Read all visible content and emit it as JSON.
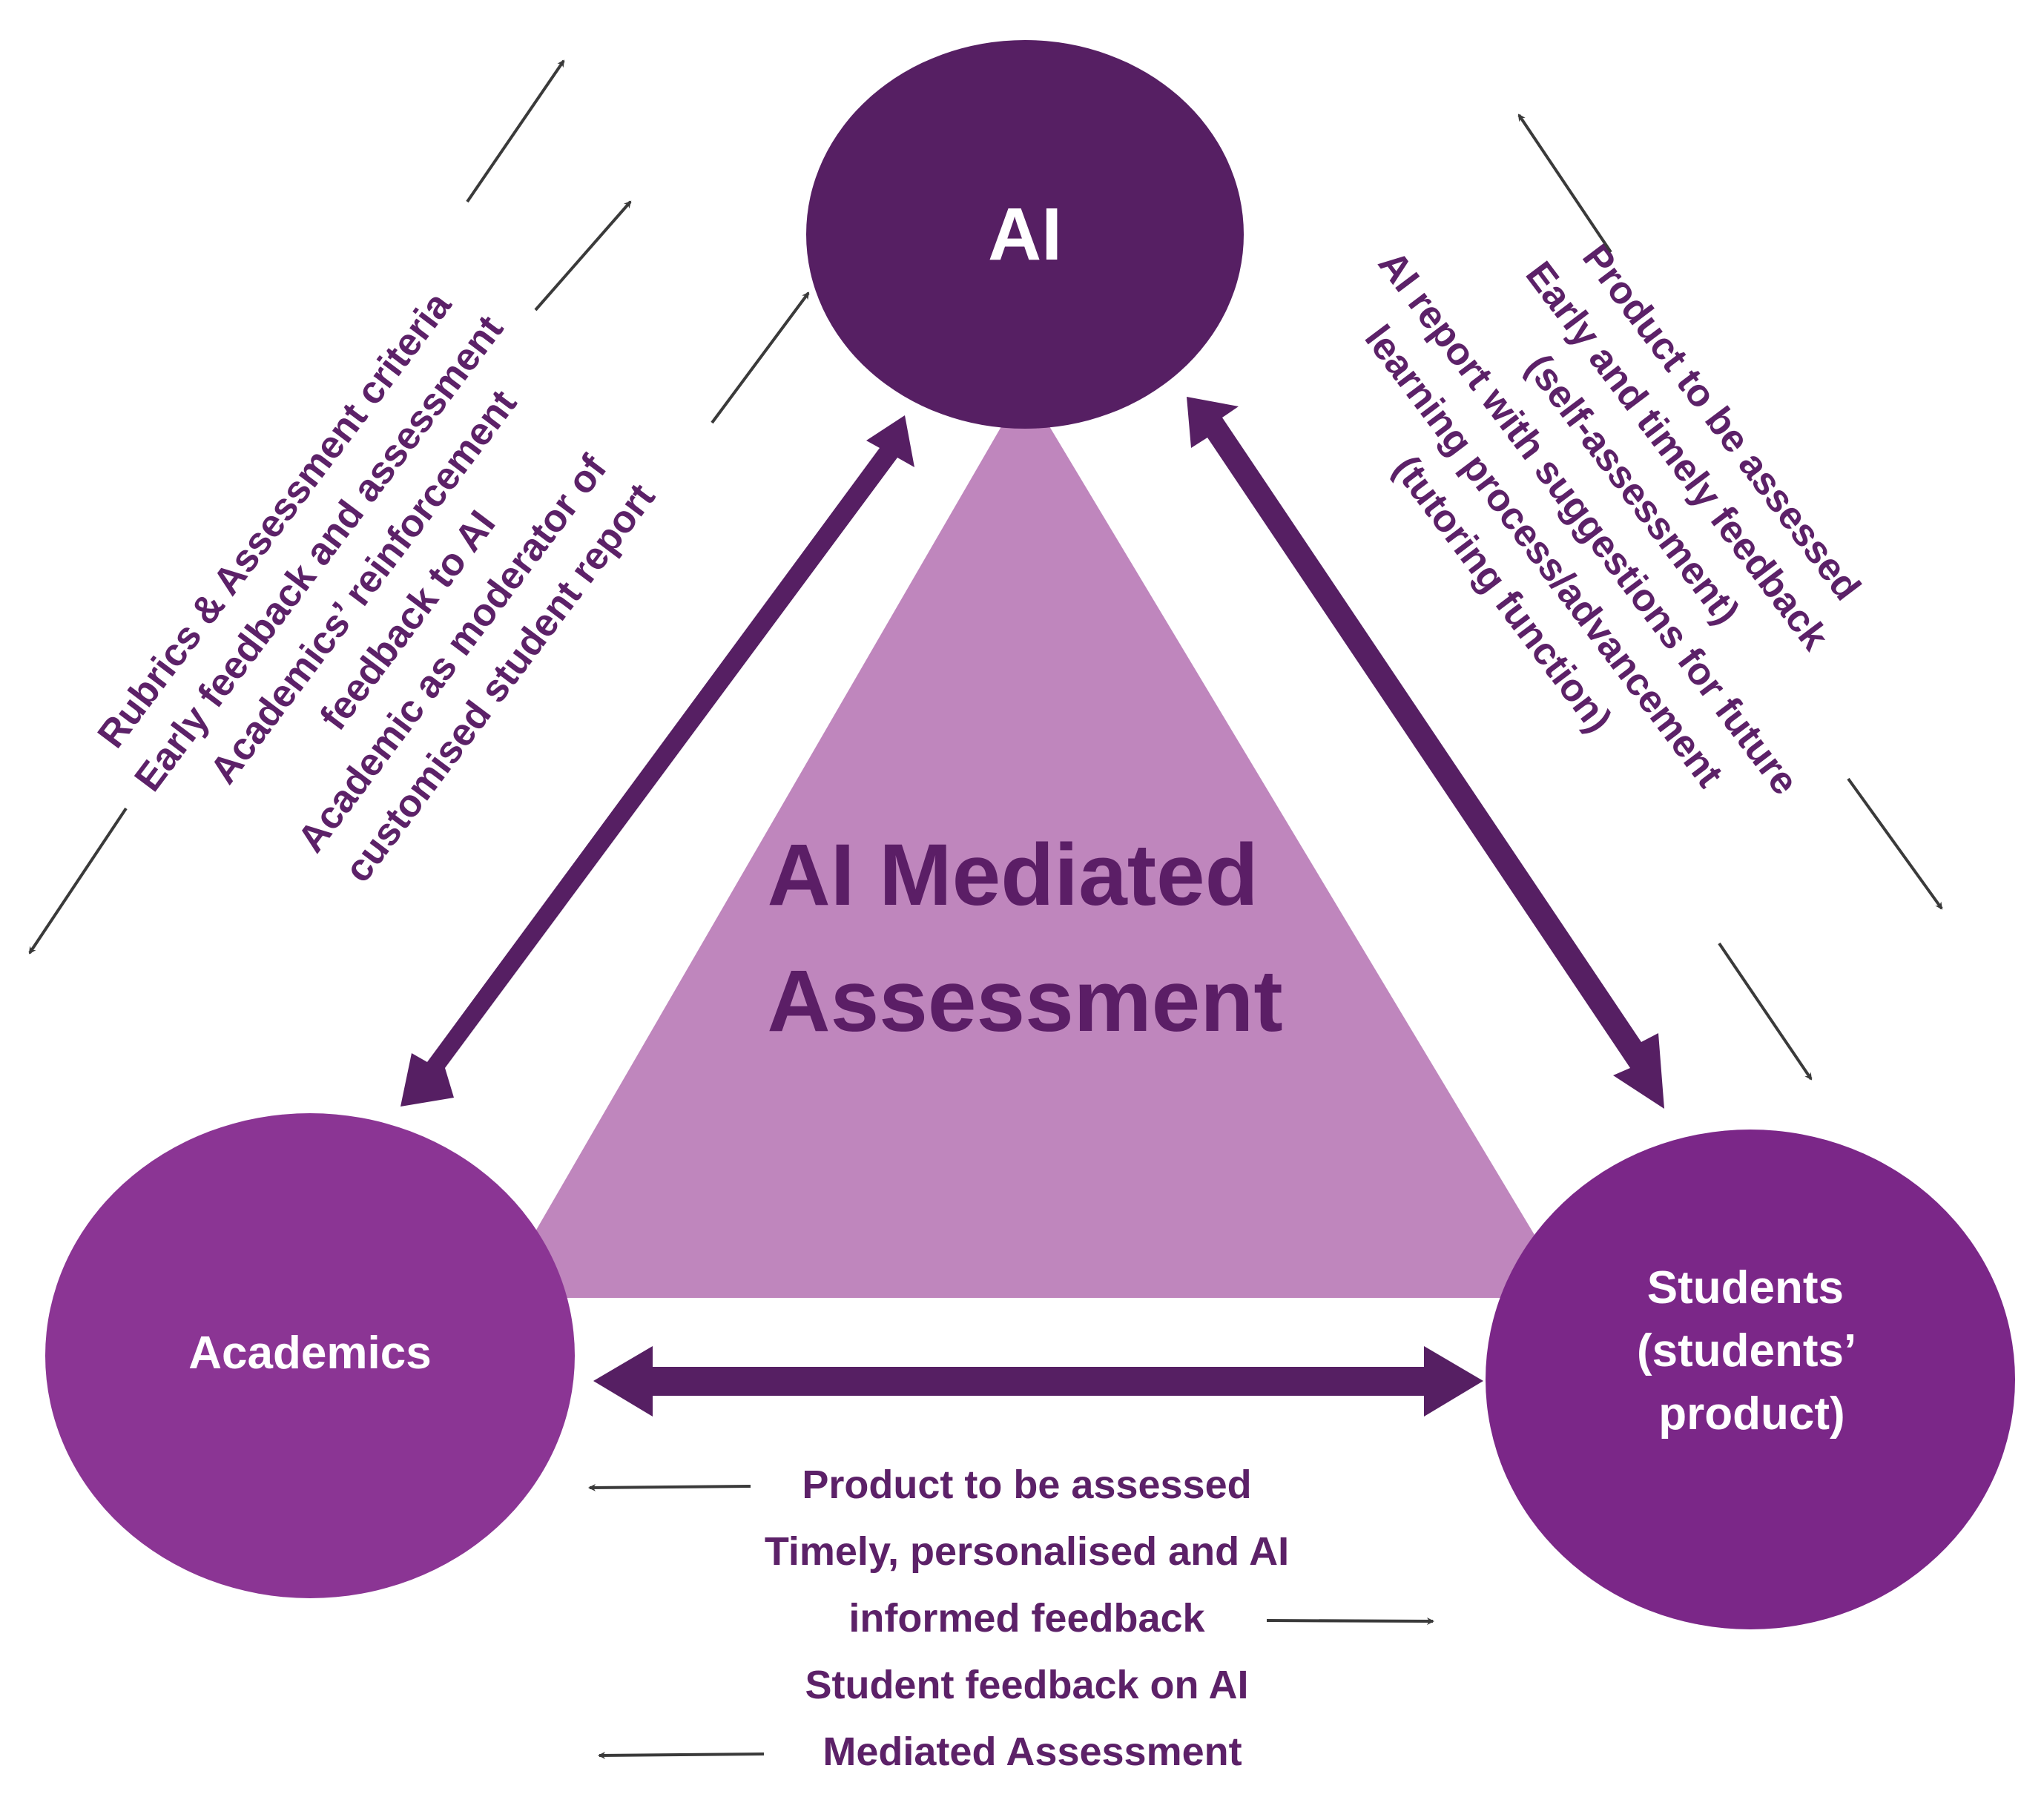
{
  "title": {
    "line1": "AI Mediated",
    "line2": "Assessment"
  },
  "colors": {
    "ai_node": "#561f63",
    "academics_node": "#8b3594",
    "students_node": "#7b2788",
    "triangle": "#bf86bd",
    "thick_arrow": "#561f63",
    "text": "#5c2168",
    "thin_arrow": "#3a3a3a"
  },
  "nodes": {
    "ai": {
      "label": "AI"
    },
    "academics": {
      "label": "Academics"
    },
    "students": {
      "lines": [
        "Students",
        "(students’",
        "product)"
      ]
    }
  },
  "edges": {
    "academics_ai": {
      "lines": [
        "Rubrics & Assessment criteria",
        "Early feedback and assessment",
        "Academics’ reinforcement",
        "feedback to AI",
        "Academic as moderator of",
        "customised student report"
      ]
    },
    "ai_students": {
      "lines": [
        "Product to be assessed",
        "Early and timely feedback",
        "(self-assessment)",
        "AI report with suggestions for future",
        "learning process/advancement",
        "(tutoring function)"
      ]
    },
    "academics_students": {
      "lines": [
        "Product to be assessed",
        "Timely, personalised and AI",
        "informed feedback",
        "Student feedback on AI",
        "Mediated Assessment"
      ]
    }
  }
}
